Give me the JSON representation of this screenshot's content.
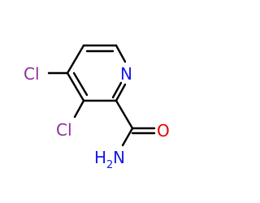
{
  "molecule": {
    "atoms": {
      "cl_upper": {
        "label": "Cl",
        "color": "#8F2D9C"
      },
      "cl_lower": {
        "label": "Cl",
        "color": "#8F2D9C"
      },
      "nitrogen": {
        "label": "N",
        "color": "#1818E8"
      },
      "oxygen": {
        "label": "O",
        "color": "#E60000"
      },
      "amide_n": {
        "label": "H",
        "subscript": "2",
        "suffix": "N",
        "color": "#1818E8"
      }
    },
    "bond_color": "#000000"
  }
}
